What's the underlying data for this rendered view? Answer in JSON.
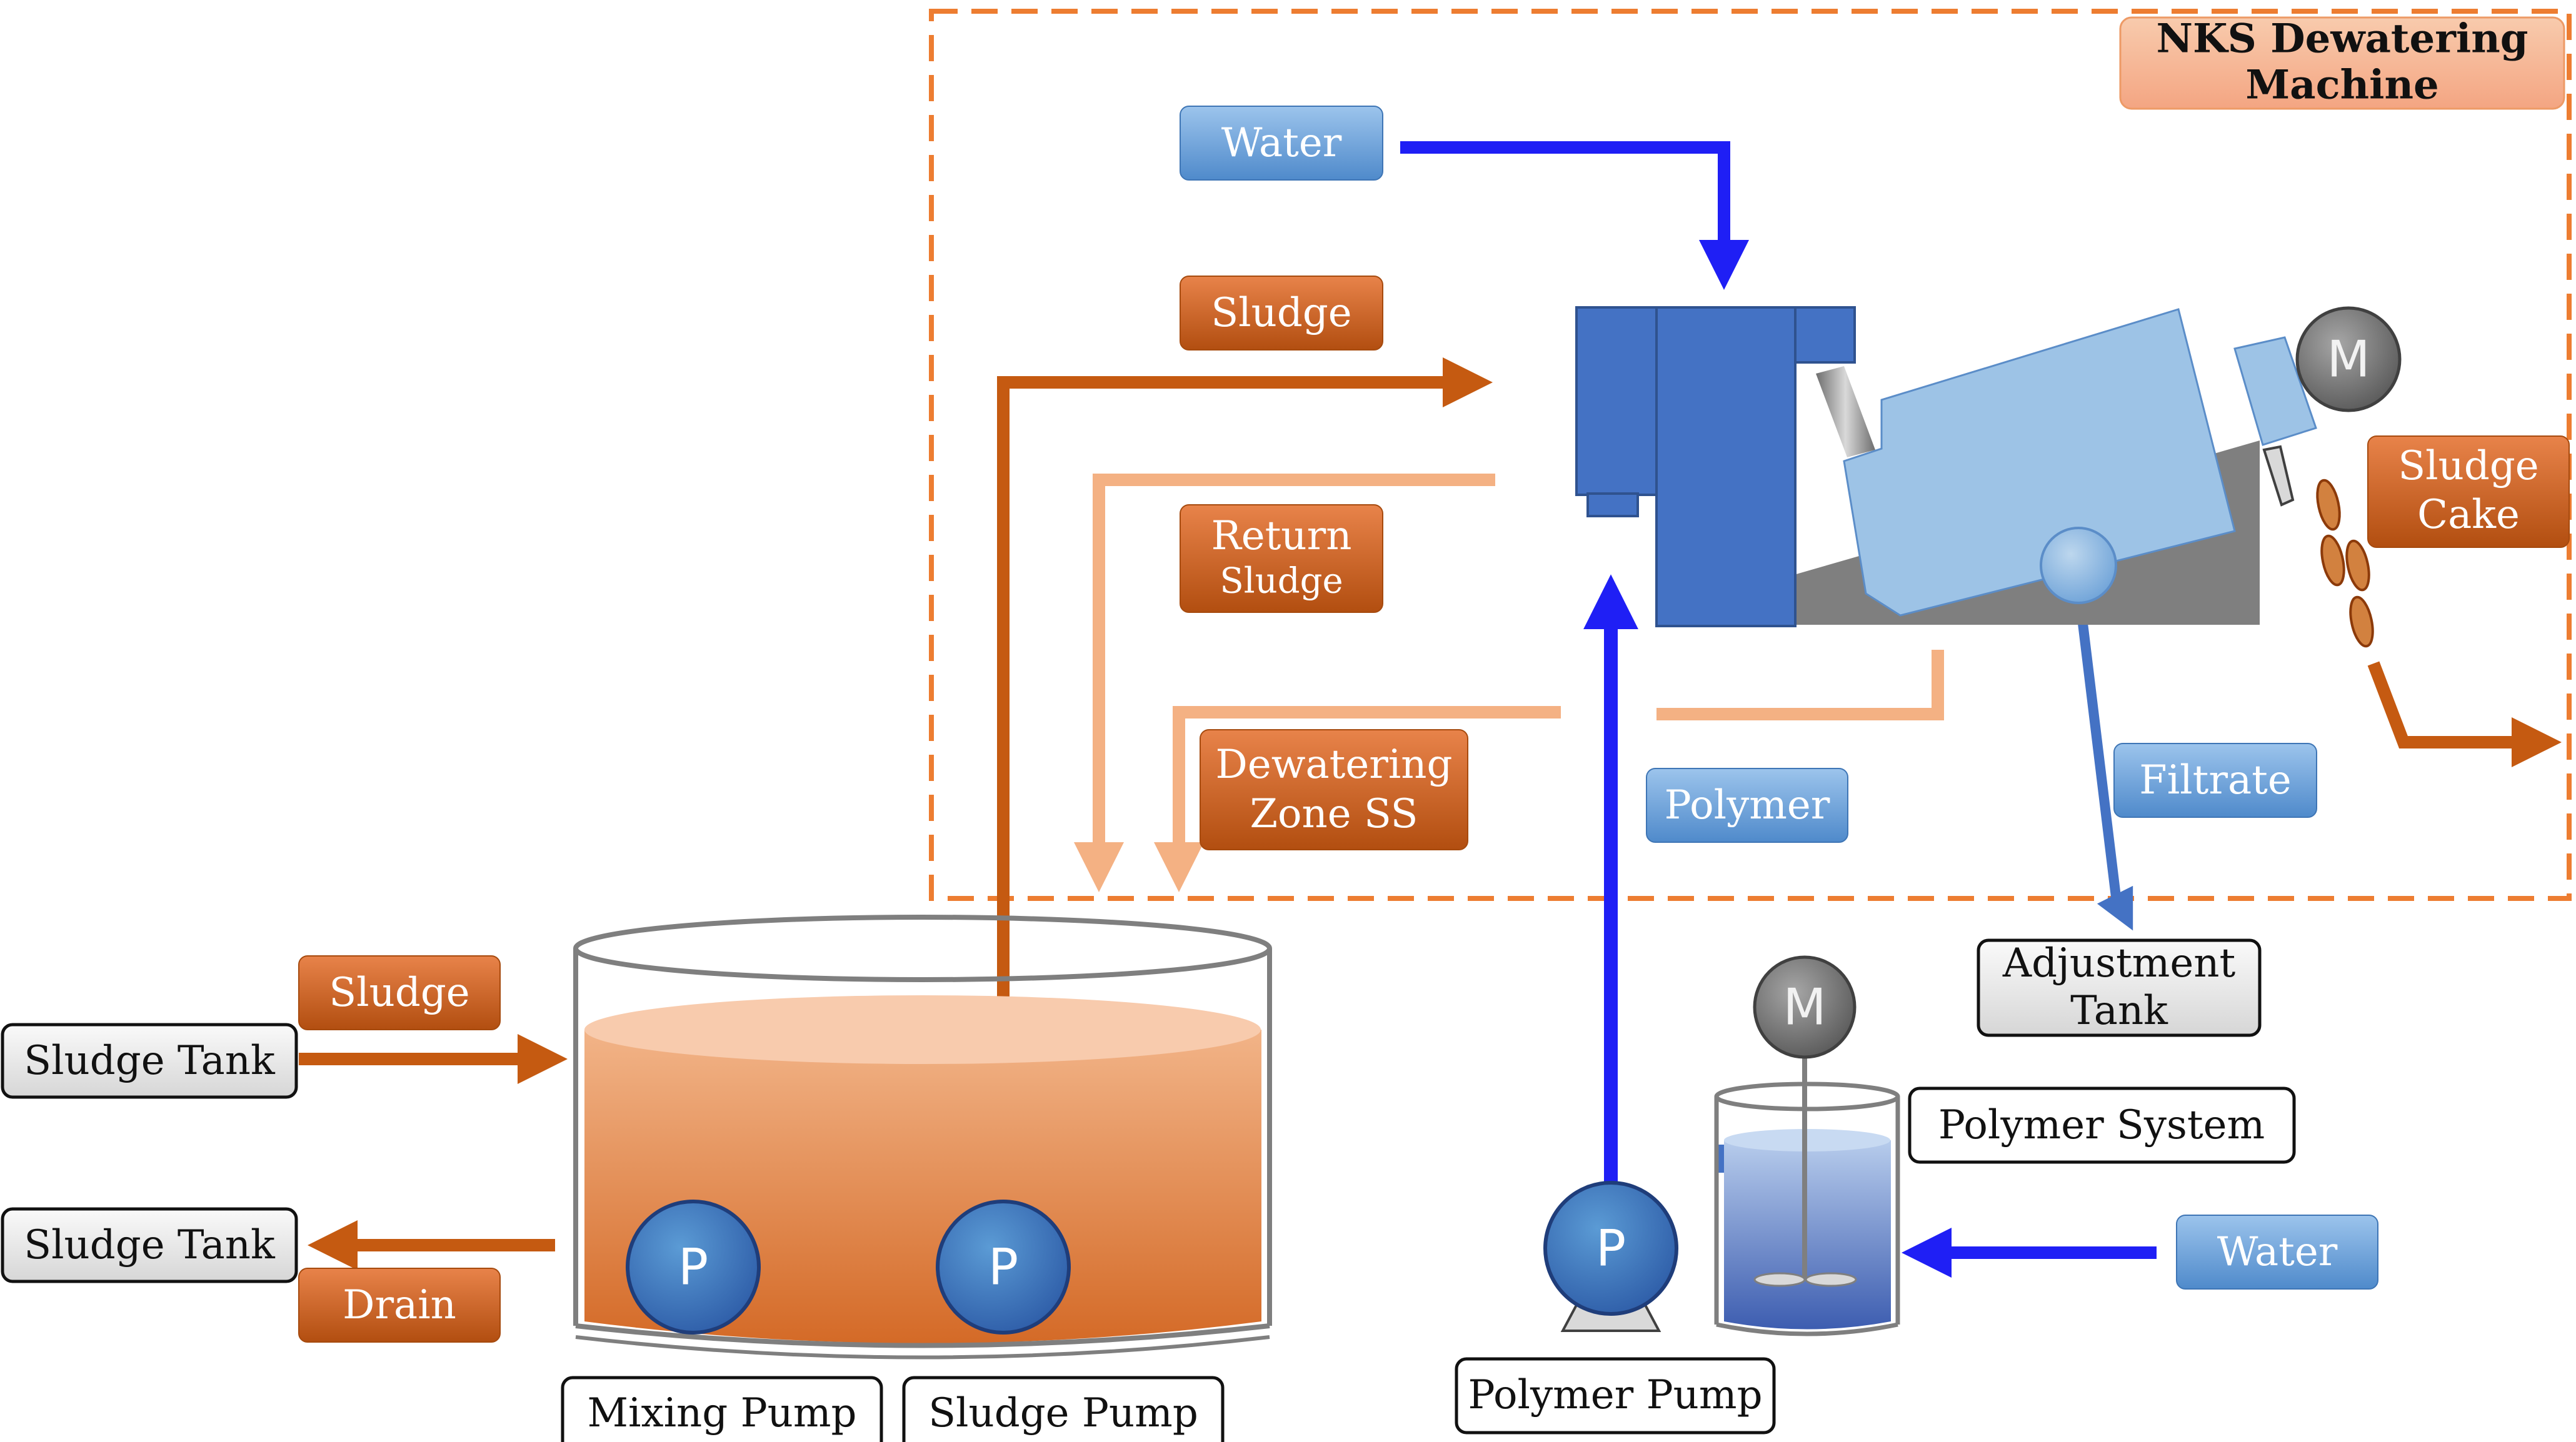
{
  "machine": {
    "title_line1": "NKS Dewatering",
    "title_line2": "Machine",
    "motor_label": "M"
  },
  "labels": {
    "water_top": "Water",
    "sludge_top": "Sludge",
    "return_sludge_line1": "Return",
    "return_sludge_line2": "Sludge",
    "dewatering_zone_line1": "Dewatering",
    "dewatering_zone_line2": "Zone SS",
    "polymer": "Polymer",
    "filtrate": "Filtrate",
    "sludge_cake_line1": "Sludge",
    "sludge_cake_line2": "Cake",
    "sludge_left": "Sludge",
    "drain": "Drain",
    "water_right": "Water"
  },
  "boxes": {
    "sludge_tank_in": "Sludge Tank",
    "sludge_tank_out": "Sludge Tank",
    "adjustment_tank_line1": "Adjustment",
    "adjustment_tank_line2": "Tank",
    "polymer_system": "Polymer System",
    "mixing_pump": "Mixing Pump",
    "sludge_pump": "Sludge Pump",
    "polymer_pump": "Polymer Pump"
  },
  "pumps": {
    "mixing_pump_glyph": "P",
    "sludge_pump_glyph": "P",
    "polymer_pump_glyph": "P",
    "polymer_motor_glyph": "M"
  },
  "colors": {
    "sludge_orange": "#C55A11",
    "return_light_orange": "#F4B183",
    "water_blue": "#1F1FF5",
    "filtrate_blue": "#4472C4",
    "machine_blue": "#4472C4",
    "machine_light_blue": "#9DC3E6",
    "machine_gray": "#7F7F7F",
    "dashed_border": "#ED7D31"
  }
}
